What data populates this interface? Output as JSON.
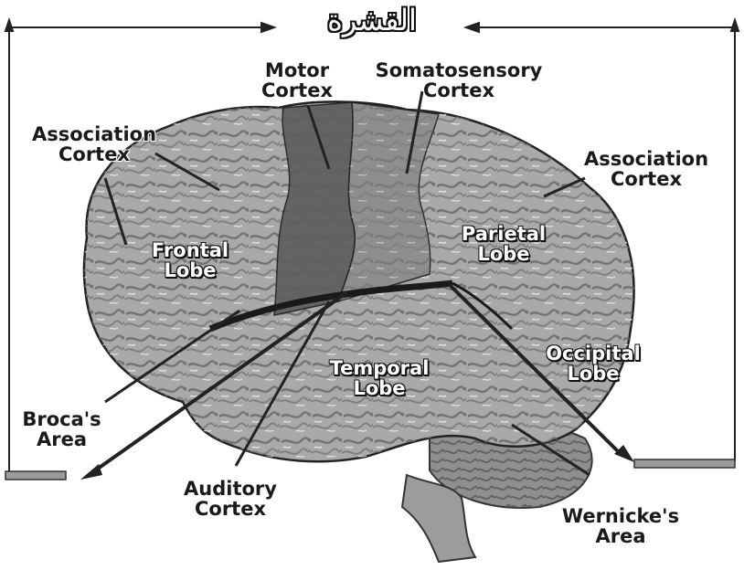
{
  "title": "القشرة",
  "labels": {
    "motor": [
      "Motor",
      "Cortex"
    ],
    "somatosensory": [
      "Somatosensory",
      "Cortex"
    ],
    "association_left": [
      "Association",
      "Cortex"
    ],
    "association_right": [
      "Association",
      "Cortex"
    ],
    "frontal": [
      "Frontal",
      "Lobe"
    ],
    "parietal": [
      "Parietal",
      "Lobe"
    ],
    "occipital": [
      "Occipital",
      "Lobe"
    ],
    "temporal": [
      "Temporal",
      "Lobe"
    ],
    "broca": [
      "Broca's",
      "Area"
    ],
    "auditory": [
      "Auditory",
      "Cortex"
    ],
    "wernicke": [
      "Wernicke's",
      "Area"
    ]
  },
  "colors": {
    "brain_fill": "#a9a9a9",
    "motor_strip": "#5e5e5e",
    "somato_strip": "#8c8c8c",
    "leader": "#222222",
    "axis_bar": "#9a9a9a"
  }
}
